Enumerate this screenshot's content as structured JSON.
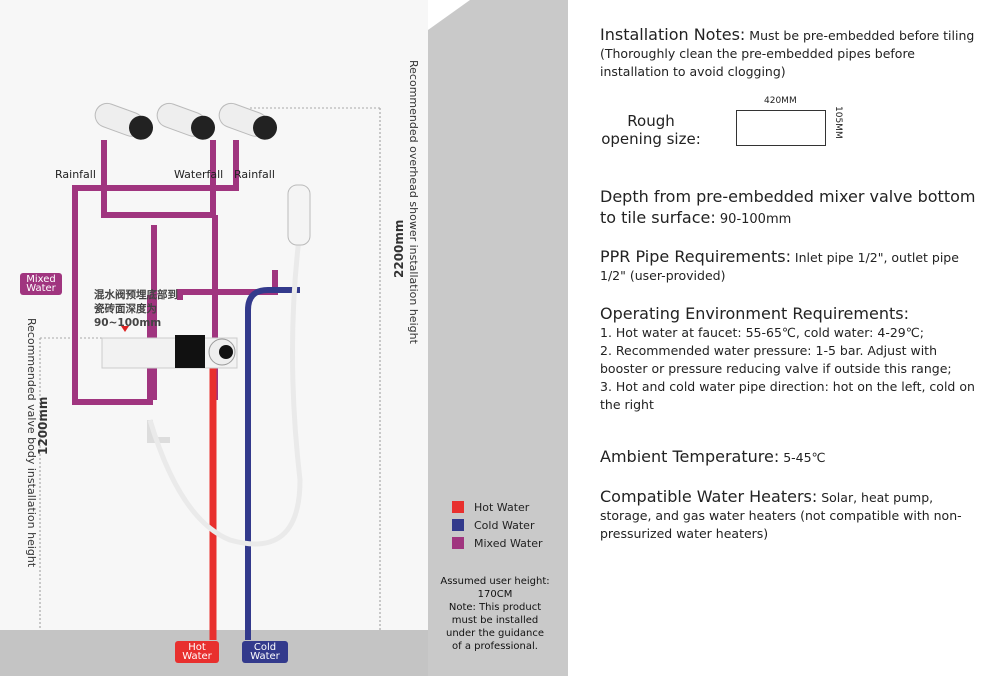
{
  "diagram": {
    "labels": {
      "rainfall_left": "Rainfall",
      "waterfall": "Waterfall",
      "rainfall_right": "Rainfall",
      "mixed_water_tag": "Mixed Water",
      "hot_water_tag": "Hot Water",
      "cold_water_tag": "Cold Water"
    },
    "depth_note_cn": "混水阀预埋底部到瓷砖面深度为",
    "depth_note_value": "90~100mm",
    "valve_height_label": "Recommended valve body installation height",
    "valve_height_value": "1200mm",
    "shower_height_label": "Recommended overhead shower installation height",
    "shower_height_value": "2200mm",
    "legend": [
      {
        "label": "Hot Water",
        "color": "#e8302e"
      },
      {
        "label": "Cold Water",
        "color": "#333a8c"
      },
      {
        "label": "Mixed Water",
        "color": "#a0357f"
      }
    ],
    "note_lines": [
      "Assumed user height:",
      "170CM",
      "Note: This product",
      "must be installed",
      "under the guidance",
      "of a professional."
    ]
  },
  "specs": {
    "installation_title": "Installation Notes:",
    "installation_text": " Must be pre-embedded before tiling (Thoroughly clean the pre-embedded pipes before installation to avoid clogging)",
    "rough_opening_label": "Rough opening size:",
    "rough_width": "420MM",
    "rough_height": "105MM",
    "depth_title": "Depth from pre-embedded mixer valve bottom to tile surface:",
    "depth_value": " 90-100mm",
    "ppr_title": "PPR Pipe Requirements:",
    "ppr_text": " Inlet pipe 1/2\", outlet pipe 1/2\" (user-provided)",
    "env_title": "Operating Environment Requirements:",
    "env_items": [
      "1. Hot water at faucet: 55-65℃, cold water: 4-29℃;",
      "2. Recommended water pressure: 1-5 bar. Adjust with booster or pressure reducing valve if outside this range;",
      "3. Hot and cold water pipe direction: hot on the left, cold on the right"
    ],
    "ambient_title": "Ambient Temperature:",
    "ambient_value": " 5-45℃",
    "heaters_title": "Compatible Water Heaters:",
    "heaters_text": " Solar, heat pump, storage, and gas water heaters (not compatible with non-pressurized water heaters)"
  }
}
